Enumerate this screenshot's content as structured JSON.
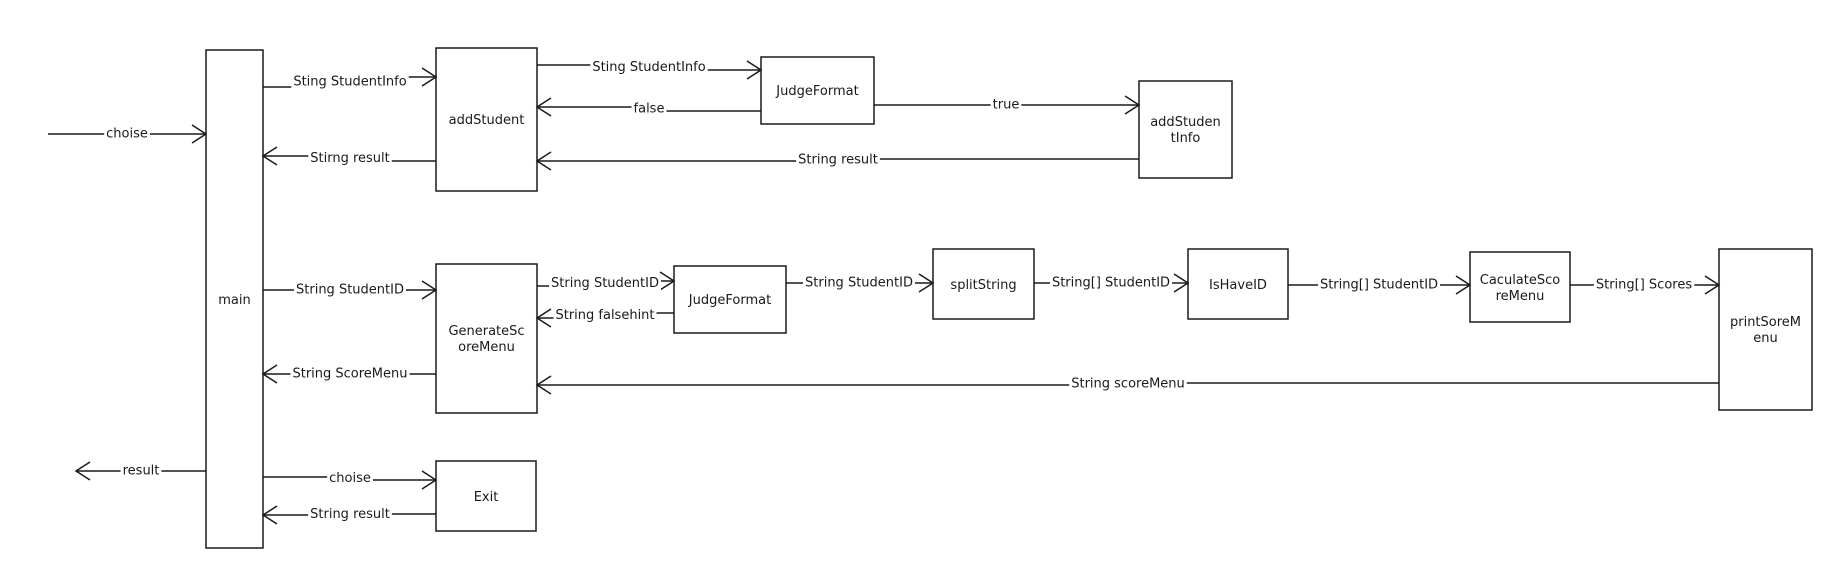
{
  "boxes": {
    "main": [
      "main"
    ],
    "addStudent": [
      "addStudent"
    ],
    "judgeFormat1": [
      "JudgeFormat"
    ],
    "addStudentInfo": [
      "addStuden",
      "tInfo"
    ],
    "generateScoreMenu": [
      "GenerateSc",
      "oreMenu"
    ],
    "judgeFormat2": [
      "JudgeFormat"
    ],
    "splitString": [
      "splitString"
    ],
    "isHaveID": [
      "IsHaveID"
    ],
    "caculateScoreMenu": [
      "CaculateSco",
      "reMenu"
    ],
    "printScoreMenu": [
      "printSoreM",
      "enu"
    ],
    "exit": [
      "Exit"
    ]
  },
  "edges": {
    "input_choise": "choise",
    "output_result": "result",
    "main_to_add": "Sting StudentInfo",
    "add_to_main": "Stirng result",
    "add_to_judge": "Sting StudentInfo",
    "judge_to_add": "false",
    "judge_to_addinfo": "true",
    "addinfo_to_add": "String result",
    "main_to_gen": "String StudentID",
    "gen_to_main": "String ScoreMenu",
    "gen_to_judge": "String StudentID",
    "judge_to_gen": "String falsehint",
    "judge_to_split": "String StudentID",
    "split_to_ishave": "String[] StudentID",
    "ishave_to_caculate": "String[] StudentID",
    "caculate_to_print": "String[] Scores",
    "print_to_gen": "String scoreMenu",
    "main_to_exit": "choise",
    "exit_to_main": "String result"
  }
}
